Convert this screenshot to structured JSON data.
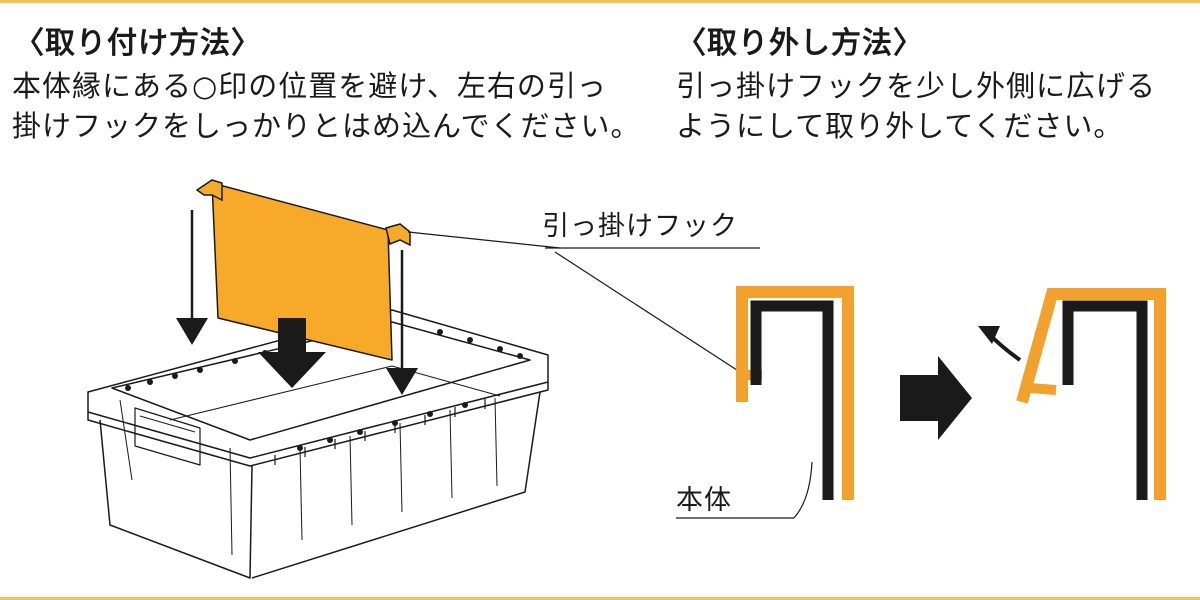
{
  "attach": {
    "heading": "〈取り付け方法〉",
    "lines": [
      "本体縁にある○印の位置を避け、左右の引っ",
      "掛けフックをしっかりとはめ込んでください。"
    ]
  },
  "remove": {
    "heading": "〈取り外し方法〉",
    "lines": [
      "引っ掛けフックを少し外側に広げる",
      "ようにして取り外してください。"
    ]
  },
  "labels": {
    "hook": "引っ掛けフック",
    "body": "本体"
  },
  "colors": {
    "accent": "#f2a12d",
    "divider_accent": "#f7a92a",
    "border": "#f1c25a",
    "ink": "#1a1a1a",
    "bg": "#ffffff"
  }
}
